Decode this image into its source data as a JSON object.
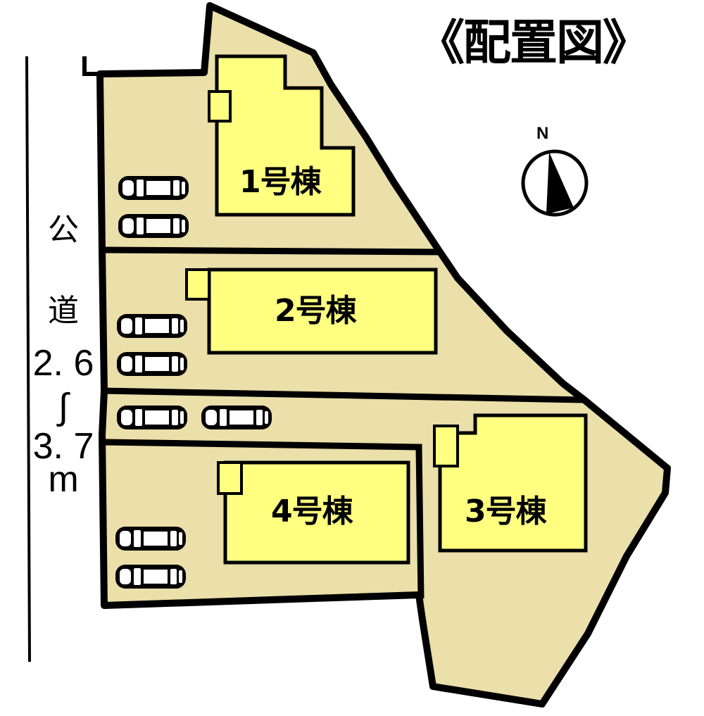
{
  "title": "《配置図》",
  "compass": {
    "label": "N"
  },
  "road": {
    "lines": [
      "公",
      "道",
      "2. 6",
      "∫",
      "3. 7",
      "m"
    ],
    "description": "公道 2.6〜3.7m"
  },
  "buildings": [
    {
      "id": 1,
      "label": "1号棟"
    },
    {
      "id": 2,
      "label": "2号棟"
    },
    {
      "id": 3,
      "label": "3号棟"
    },
    {
      "id": 4,
      "label": "4号棟"
    }
  ],
  "colors": {
    "lot_fill": "#ebdfaa",
    "building_fill": "#ffff80",
    "outline": "#000000",
    "background": "#ffffff"
  }
}
